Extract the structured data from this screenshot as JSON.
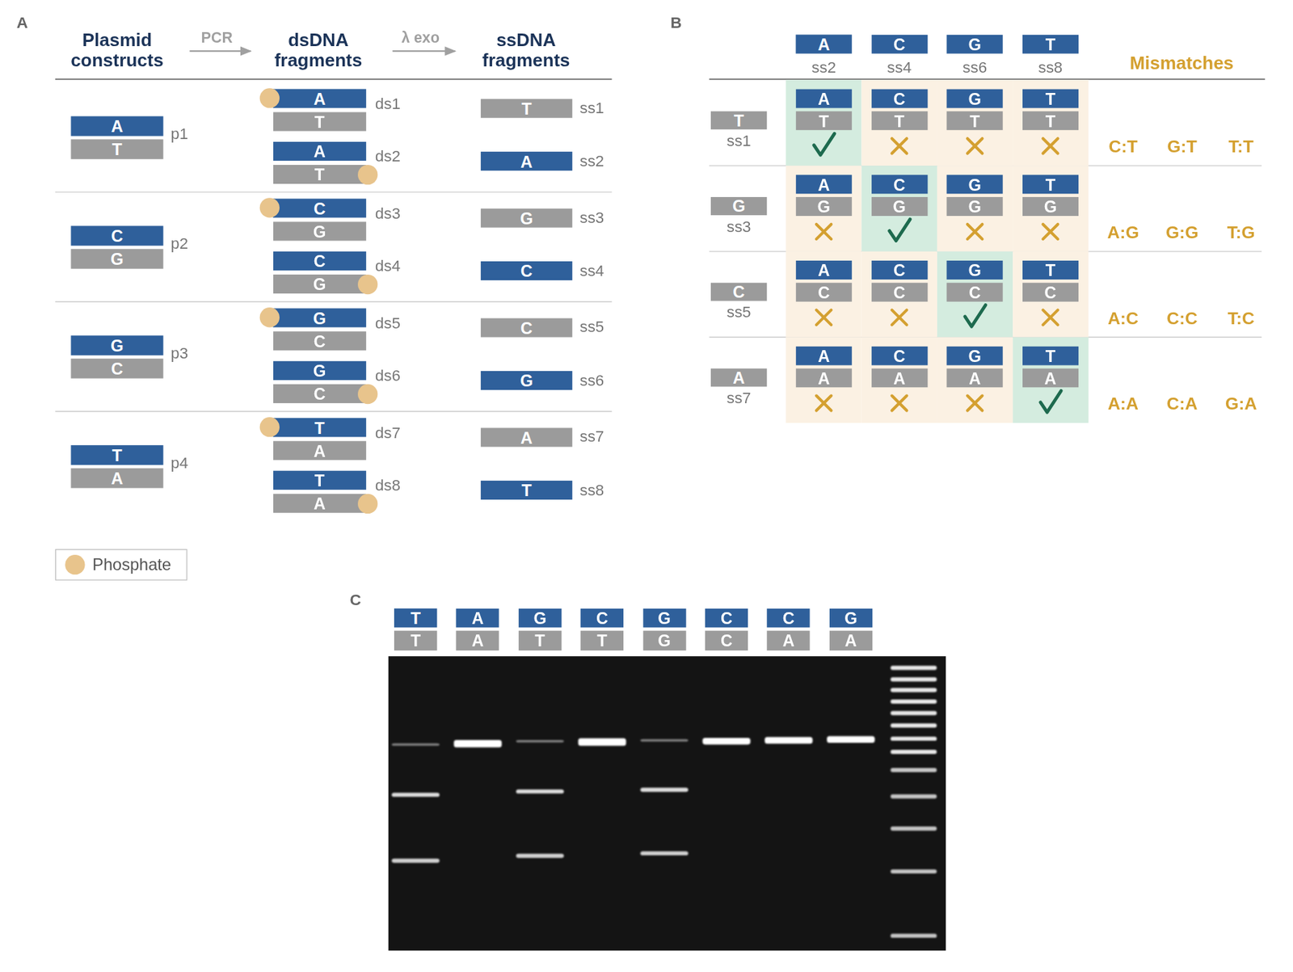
{
  "diagram": {
    "nodes": [
      {
        "text": [
          "A"
        ]
      },
      {
        "text": [
          "T"
        ]
      },
      {
        "text": [
          "A"
        ]
      },
      {
        "text": [
          "T"
        ]
      },
      {
        "text": [
          "A"
        ]
      },
      {
        "text": [
          "T"
        ]
      },
      {
        "text": [
          "T"
        ]
      },
      {
        "text": [
          "A"
        ]
      },
      {
        "text": [
          "C"
        ]
      },
      {
        "text": [
          "G"
        ]
      },
      {
        "text": [
          "C"
        ]
      },
      {
        "text": [
          "G"
        ]
      },
      {
        "text": [
          "C"
        ]
      },
      {
        "text": [
          "G"
        ]
      },
      {
        "text": [
          "G"
        ]
      },
      {
        "text": [
          "C"
        ]
      },
      {
        "text": [
          "G"
        ]
      },
      {
        "text": [
          "C"
        ]
      },
      {
        "text": [
          "G"
        ]
      },
      {
        "text": [
          "C"
        ]
      },
      {
        "text": [
          "G"
        ]
      },
      {
        "text": [
          "C"
        ]
      },
      {
        "text": [
          "C"
        ]
      },
      {
        "text": [
          "G"
        ]
      },
      {
        "text": [
          "T"
        ]
      },
      {
        "text": [
          "A"
        ]
      },
      {
        "text": [
          "T"
        ]
      },
      {
        "text": [
          "A"
        ]
      },
      {
        "text": [
          "T"
        ]
      },
      {
        "text": [
          "A"
        ]
      },
      {
        "text": [
          "A"
        ]
      },
      {
        "text": [
          "T"
        ]
      },
      {
        "text": [
          "A"
        ]
      },
      {
        "text": [
          "C"
        ]
      },
      {
        "text": [
          "G"
        ]
      },
      {
        "text": [
          "T"
        ]
      },
      {
        "text": [
          "T"
        ]
      },
      {
        "text": [
          "A"
        ]
      },
      {
        "text": [
          "T"
        ]
      },
      {
        "text": [
          "C"
        ]
      },
      {
        "text": [
          "T"
        ]
      },
      {
        "text": [
          "G"
        ]
      },
      {
        "text": [
          "T"
        ]
      },
      {
        "text": [
          "T"
        ]
      },
      {
        "text": [
          "T"
        ]
      },
      {
        "text": [
          "G"
        ]
      },
      {
        "text": [
          "A"
        ]
      },
      {
        "text": [
          "G"
        ]
      },
      {
        "text": [
          "C"
        ]
      },
      {
        "text": [
          "G"
        ]
      },
      {
        "text": [
          "G"
        ]
      },
      {
        "text": [
          "G"
        ]
      },
      {
        "text": [
          "T"
        ]
      },
      {
        "text": [
          "G"
        ]
      },
      {
        "text": [
          "C"
        ]
      },
      {
        "text": [
          "A"
        ]
      },
      {
        "text": [
          "C"
        ]
      },
      {
        "text": [
          "C"
        ]
      },
      {
        "text": [
          "C"
        ]
      },
      {
        "text": [
          "G"
        ]
      },
      {
        "text": [
          "C"
        ]
      },
      {
        "text": [
          "T"
        ]
      },
      {
        "text": [
          "C"
        ]
      },
      {
        "text": [
          "A"
        ]
      },
      {
        "text": [
          "A"
        ]
      },
      {
        "text": [
          "A"
        ]
      },
      {
        "text": [
          "C"
        ]
      },
      {
        "text": [
          "A"
        ]
      },
      {
        "text": [
          "G"
        ]
      },
      {
        "text": [
          "A"
        ]
      },
      {
        "text": [
          "T"
        ]
      },
      {
        "text": [
          "A"
        ]
      },
      {
        "text": [
          "T"
        ]
      },
      {
        "text": [
          "T"
        ]
      },
      {
        "text": [
          "A"
        ]
      },
      {
        "text": [
          "A"
        ]
      },
      {
        "text": [
          "G"
        ]
      },
      {
        "text": [
          "T"
        ]
      },
      {
        "text": [
          "C"
        ]
      },
      {
        "text": [
          "T"
        ]
      },
      {
        "text": [
          "G"
        ]
      },
      {
        "text": [
          "G"
        ]
      },
      {
        "text": [
          "C"
        ]
      },
      {
        "text": [
          "C"
        ]
      },
      {
        "text": [
          "C"
        ]
      },
      {
        "text": [
          "A"
        ]
      },
      {
        "text": [
          "G"
        ]
      },
      {
        "text": [
          "A"
        ]
      }
    ],
    "labels": [
      "A",
      "Plasmid constructs",
      "PCR",
      "dsDNA fragments",
      "λ exo",
      "ssDNA fragments",
      "p1",
      "p2",
      "p3",
      "p4",
      "ds1",
      "ds2",
      "ds3",
      "ds4",
      "ds5",
      "ds6",
      "ds7",
      "ds8",
      "ss1",
      "ss2",
      "ss3",
      "ss4",
      "ss5",
      "ss6",
      "ss7",
      "ss8",
      "B",
      "ss2",
      "ss4",
      "ss6",
      "ss8",
      "Mismatches",
      "ss1",
      "ss3",
      "ss5",
      "ss7",
      "C:T",
      "G:T",
      "T:T",
      "A:G",
      "G:G",
      "T:G",
      "A:C",
      "C:C",
      "T:C",
      "A:A",
      "C:A",
      "G:A",
      "C"
    ],
    "legend": [
      {
        "text": "Phosphate",
        "color": "#e8c48c"
      }
    ]
  }
}
